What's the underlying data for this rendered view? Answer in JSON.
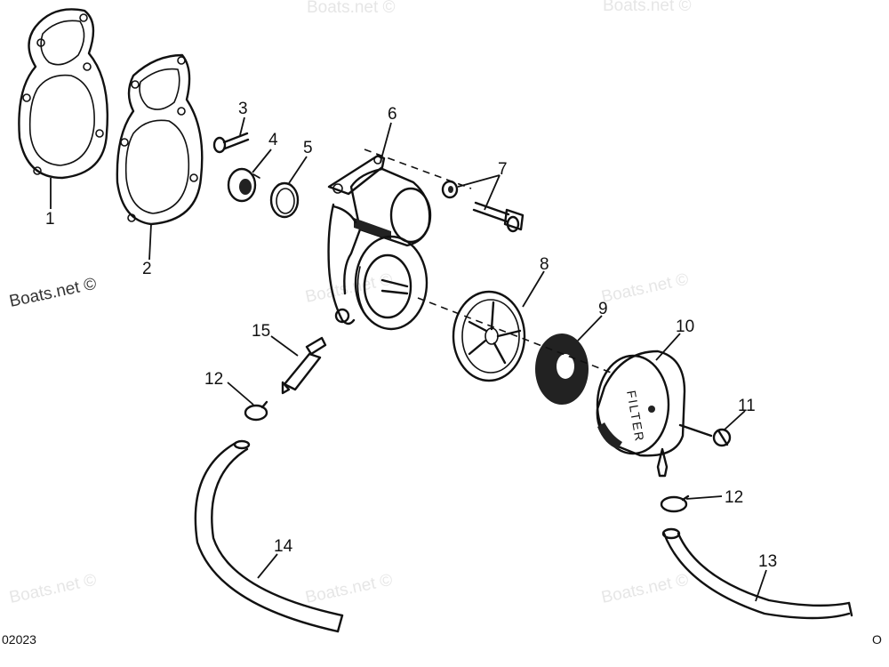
{
  "diagram": {
    "part_numbers": {
      "p1": "1",
      "p2": "2",
      "p3": "3",
      "p4": "4",
      "p5": "5",
      "p6": "6",
      "p7": "7",
      "p8": "8",
      "p9": "9",
      "p10": "10",
      "p11": "11",
      "p12a": "12",
      "p12b": "12",
      "p13": "13",
      "p14": "14",
      "p15": "15"
    },
    "filter_label": "FILTER",
    "watermark": "Boats.net ©",
    "corner_left": "02023",
    "corner_right": "O"
  }
}
